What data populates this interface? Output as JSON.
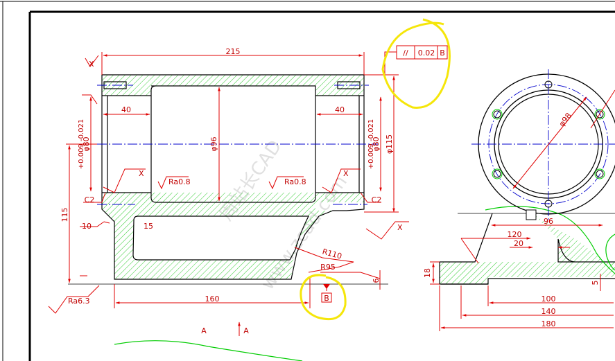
{
  "dimensions": {
    "overall_length": "215",
    "counterbore_left": "40",
    "counterbore_right": "40",
    "bore_dia": "φ96",
    "bearing_seat_left": "φ80",
    "bearing_seat_left_tol": "+0.009 -0.021",
    "bearing_seat_right": "φ80",
    "bearing_seat_right_tol": "+0.009 -0.021",
    "outer_dia": "φ115",
    "center_height": "115",
    "chamfer_left": "C2",
    "chamfer_right": "C2",
    "fillet_10": "10",
    "fillet_15": "15",
    "radius_110": "R110",
    "radius_95": "R95",
    "base_length": "160",
    "base_height": "6",
    "side_pcd": "φ98",
    "side_bore_width": "96",
    "side_120": "120",
    "side_20": "20",
    "side_18": "18",
    "side_5": "5",
    "side_100": "100",
    "side_140": "140",
    "side_180": "180"
  },
  "roughness": {
    "ra_bore_left": "Ra0.8",
    "ra_bore_right": "Ra0.8",
    "ra_base": "Ra6.3",
    "x_symbol": "X"
  },
  "tolerance_frame": {
    "symbol": "//",
    "value": "0.02",
    "datum": "B"
  },
  "datum_label": "B",
  "section_labels": {
    "left": "A",
    "right": "A"
  },
  "watermark": "周站长CAD",
  "watermark_url": "www.zcad.com",
  "colors": {
    "dimension": "#e00000",
    "outline": "#000000",
    "center_line": "#0000cc",
    "hatch": "#00cc00",
    "highlight": "#f5e60a"
  }
}
